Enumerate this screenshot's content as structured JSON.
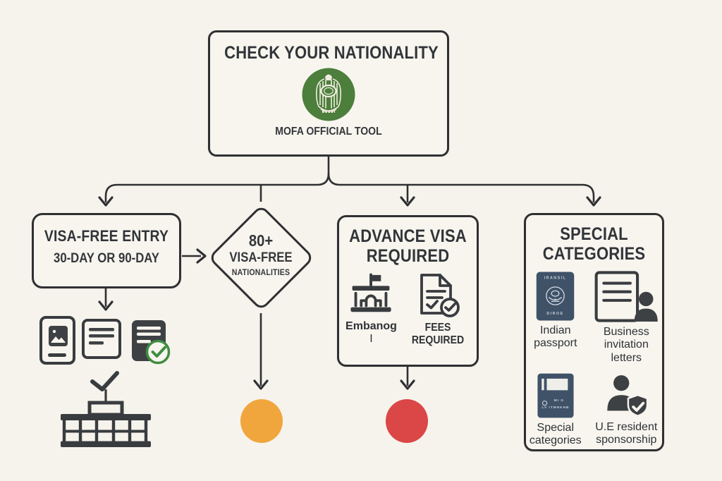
{
  "palette": {
    "background": "#F6F3EC",
    "panel": "#F8F5EF",
    "outline": "#2F3032",
    "text": "#34373A",
    "emblem_green": "#4C7E3C",
    "check_green": "#3E8E41",
    "outcome_orange": "#F0A63C",
    "outcome_red": "#DB4646",
    "passport_navy": "#3F5268"
  },
  "root_node": {
    "title": "CHECK YOUR NATIONALITY",
    "subtitle": "MOFA OFFICIAL TOOL"
  },
  "visa_free_node": {
    "title": "VISA-FREE ENTRY",
    "subtitle": "30-DAY OR 90-DAY"
  },
  "diamond_node": {
    "line1": "80+",
    "line2": "VISA-FREE",
    "line3": "NATIONALITIES"
  },
  "advance_node": {
    "title": "ADVANCE VISA REQUIRED",
    "embassy_label_line1": "Embanog",
    "embassy_label_line2": "I",
    "fees_label": "FEES REQUIRED"
  },
  "special_node": {
    "title": "SPECIAL CATEGORIES",
    "items": [
      {
        "label": "Indian passport"
      },
      {
        "label": "Business invitation letters"
      },
      {
        "label": "Special categories"
      },
      {
        "label": "U.E resident sponsorship"
      }
    ],
    "passport_micro_top": "IRANSIL",
    "passport_micro_bottom": "DIROE",
    "book_micro_line1": "MI G",
    "book_micro_line2": "LV ITMNKHB"
  }
}
